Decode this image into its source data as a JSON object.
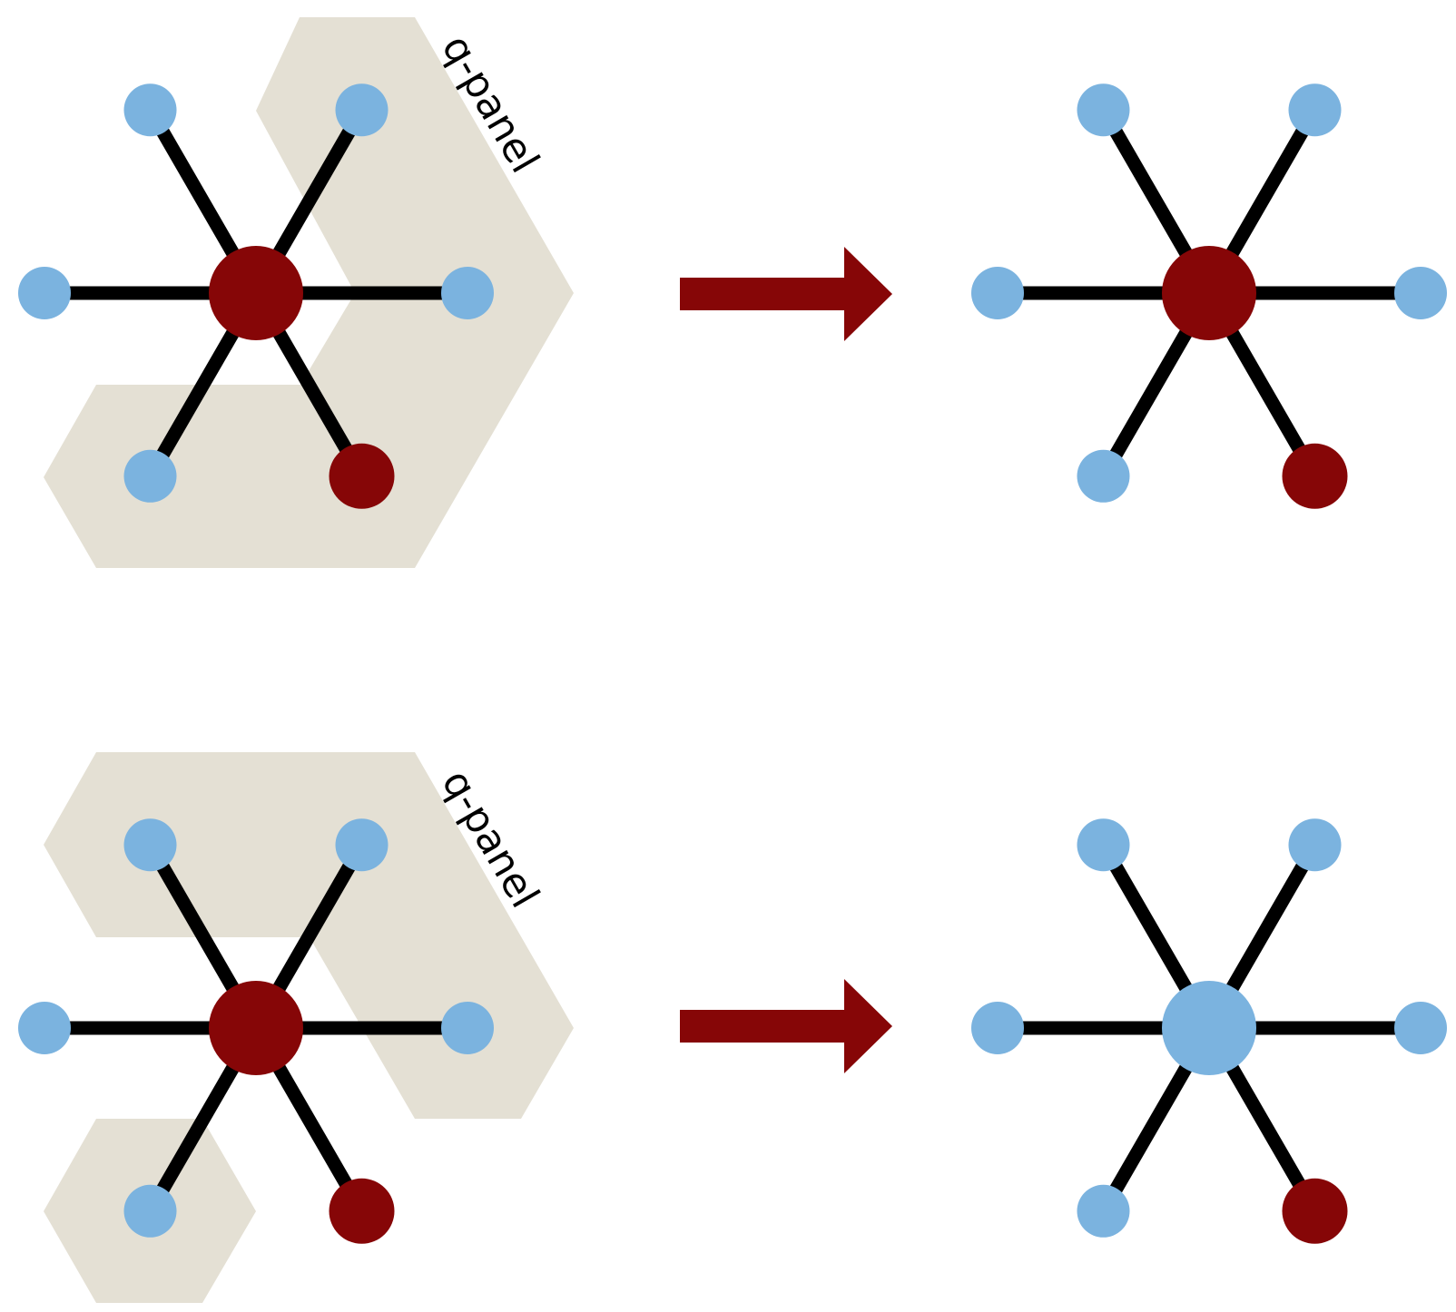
{
  "colors": {
    "panel": "#e4e0d4",
    "red": "#860607",
    "blue": "#7bb3df",
    "edge": "#000000",
    "arrow": "#860607"
  },
  "rows": [
    {
      "label": "q-panel",
      "before": {
        "center": "red",
        "spokes": [
          "blue",
          "blue",
          "blue",
          "blue",
          "red",
          "blue"
        ]
      },
      "after": {
        "center": "red",
        "spokes": [
          "blue",
          "blue",
          "blue",
          "blue",
          "red",
          "blue"
        ]
      }
    },
    {
      "label": "q-panel",
      "before": {
        "center": "red",
        "spokes": [
          "blue",
          "blue",
          "blue",
          "blue",
          "red",
          "blue"
        ]
      },
      "after": {
        "center": "blue",
        "spokes": [
          "blue",
          "blue",
          "blue",
          "blue",
          "red",
          "blue"
        ]
      }
    }
  ]
}
